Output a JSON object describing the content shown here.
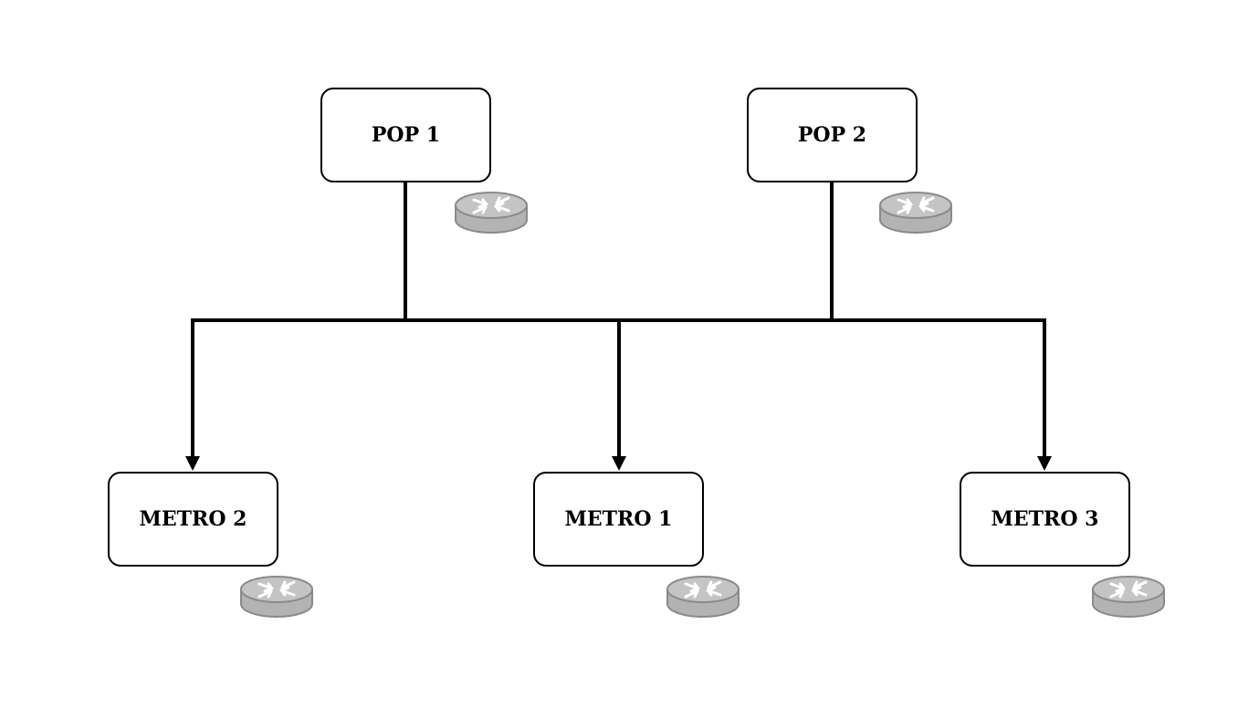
{
  "nodes": {
    "pop_1": {
      "label": "POP 1",
      "icon": "router-icon"
    },
    "pop_2": {
      "label": "POP 2",
      "icon": "router-icon"
    },
    "metro_2": {
      "label": "METRO 2",
      "icon": "router-icon"
    },
    "metro_1": {
      "label": "METRO 1",
      "icon": "router-icon"
    },
    "metro_3": {
      "label": "METRO 3",
      "icon": "router-icon"
    }
  },
  "connections": [
    {
      "from": "POP 1",
      "to": "shared bus"
    },
    {
      "from": "POP 2",
      "to": "shared bus"
    },
    {
      "from": "shared bus",
      "to": "METRO 2",
      "arrow": true
    },
    {
      "from": "shared bus",
      "to": "METRO 1",
      "arrow": true
    },
    {
      "from": "shared bus",
      "to": "METRO 3",
      "arrow": true
    }
  ],
  "colors": {
    "line": "#000000",
    "node_border": "#000000",
    "node_fill": "#ffffff",
    "router_fill": "#b3b3b3",
    "router_top": "#c4c4c4",
    "router_stroke": "#8a8a8a",
    "router_glyph": "#ffffff"
  }
}
